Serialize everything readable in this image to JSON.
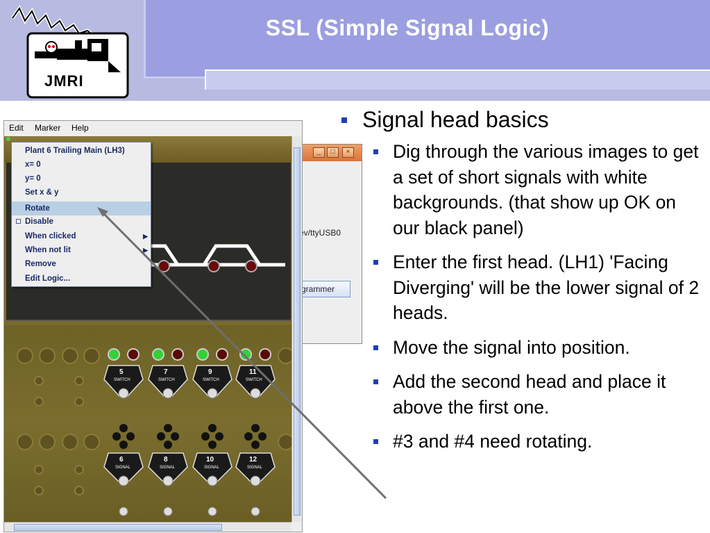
{
  "slide": {
    "title": "SSL (Simple Signal Logic)",
    "logo_text": "JMRI",
    "bullets": {
      "main": "Signal head basics",
      "subs": [
        "Dig through the various images to get a set of short signals with white backgrounds. (that show up OK on our black panel)",
        "Enter the first head. (LH1) 'Facing Diverging' will be the lower signal of 2 heads.",
        "Move the signal into position.",
        "Add the second head and place it above the first one.",
        "#3 and #4 need rotating."
      ]
    }
  },
  "screenshot": {
    "menubar": [
      "Edit",
      "Marker",
      "Help"
    ],
    "popup_menu": {
      "items": [
        {
          "label": "Plant 6 Trailing Main (LH3)",
          "submenu": false,
          "checkbox": false,
          "selected": false
        },
        {
          "label": "x= 0",
          "submenu": false,
          "checkbox": false,
          "selected": false
        },
        {
          "label": "y= 0",
          "submenu": false,
          "checkbox": false,
          "selected": false
        },
        {
          "label": "Set x & y",
          "submenu": false,
          "checkbox": false,
          "selected": false
        },
        {
          "label": "Rotate",
          "submenu": false,
          "checkbox": false,
          "selected": true
        },
        {
          "label": "Disable",
          "submenu": false,
          "checkbox": true,
          "selected": false
        },
        {
          "label": "When clicked",
          "submenu": true,
          "checkbox": false,
          "selected": false
        },
        {
          "label": "When not lit",
          "submenu": true,
          "checkbox": false,
          "selected": false
        },
        {
          "label": "Remove",
          "submenu": false,
          "checkbox": false,
          "selected": false
        },
        {
          "label": "Edit Logic...",
          "submenu": false,
          "checkbox": false,
          "selected": false
        }
      ]
    },
    "back_window": {
      "port_text": "ev/ttyUSB0",
      "programmer_button": "grammer"
    },
    "panel": {
      "switch_labels": [
        "5",
        "7",
        "9",
        "11"
      ],
      "switch_caption": "SWITCH",
      "signal_labels": [
        "6",
        "8",
        "10",
        "12"
      ],
      "signal_caption": "SIGNAL"
    }
  },
  "colors": {
    "title_bar": "#9b9ee0",
    "header_band": "#b7bbe2",
    "bullet_square": "#1f3fb3",
    "panel_olive": "#7a6a2c",
    "panel_black": "#2b2b28",
    "menu_selection": "#b8cfe5",
    "annotation_line": "#6f6f6f"
  }
}
